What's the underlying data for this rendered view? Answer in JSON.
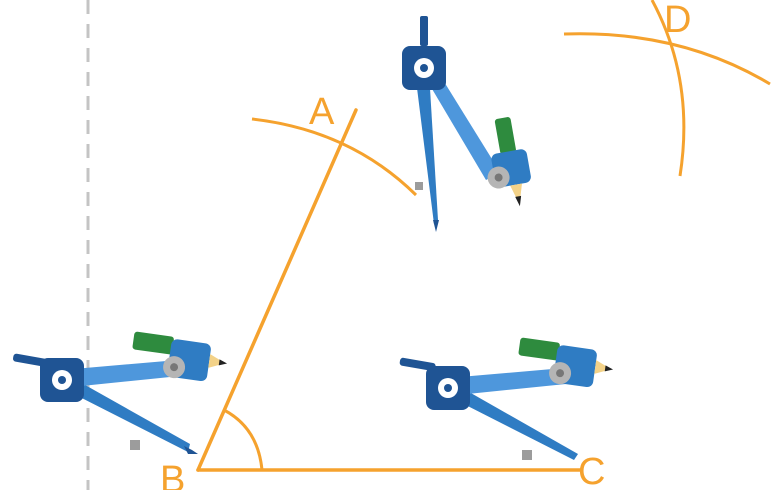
{
  "colors": {
    "construction": "#F5A22E",
    "label": "#F5A22E",
    "divider": "#C4C4C4",
    "compass_blue": "#2F7CC3",
    "compass_dark": "#1F5494",
    "compass_light": "#4E97DC",
    "pencil_green": "#2E8B3E",
    "pencil_green_dark": "#1D6A2C",
    "wood": "#F3D288",
    "graphite": "#222222",
    "wheel": "#B5B5B5",
    "screw": "#9C9C9C"
  },
  "points": {
    "A": "A",
    "B": "B",
    "C": "C",
    "D": "D"
  },
  "icons": {
    "compass": "drawing-compass-icon"
  }
}
